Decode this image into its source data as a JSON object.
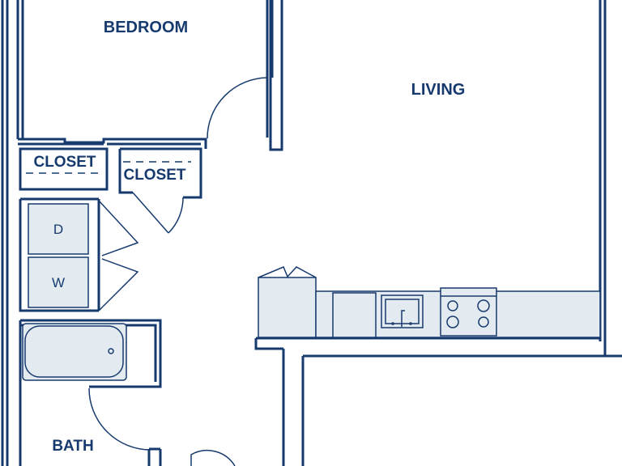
{
  "rooms": {
    "bedroom": "BEDROOM",
    "living": "LIVING",
    "closet_left": "CLOSET",
    "closet_right": "CLOSET",
    "bath": "BATH"
  },
  "appliances": {
    "dryer": "D",
    "washer": "W"
  },
  "colors": {
    "wall": "#173a6e",
    "fixture_fill": "#e3ebf1",
    "background": "#ffffff"
  }
}
